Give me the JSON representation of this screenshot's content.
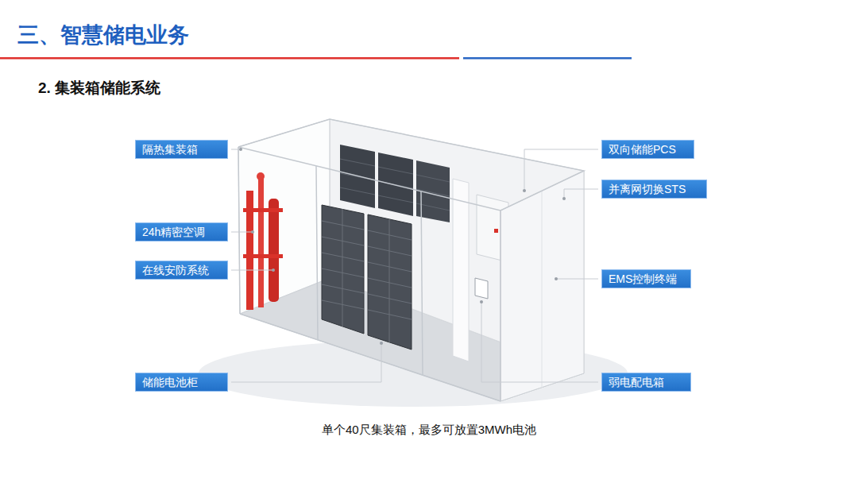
{
  "diagram": {
    "title": "三、智慧储电业务",
    "caption": "单个40尺集装箱，最多可放置3MWh电池",
    "nodes": [
      {
        "text": [
          "隔热集装箱"
        ]
      },
      {
        "text": [
          "24h精密空调"
        ]
      },
      {
        "text": [
          "在线安防系统"
        ]
      },
      {
        "text": [
          "储能电池柜"
        ]
      },
      {
        "text": [
          "双向储能PCS"
        ]
      },
      {
        "text": [
          "并离网切换STS"
        ]
      },
      {
        "text": [
          "EMS控制终端"
        ]
      },
      {
        "text": [
          "弱电配电箱"
        ]
      }
    ],
    "labels": [
      "2. 集装箱储能系统"
    ]
  }
}
